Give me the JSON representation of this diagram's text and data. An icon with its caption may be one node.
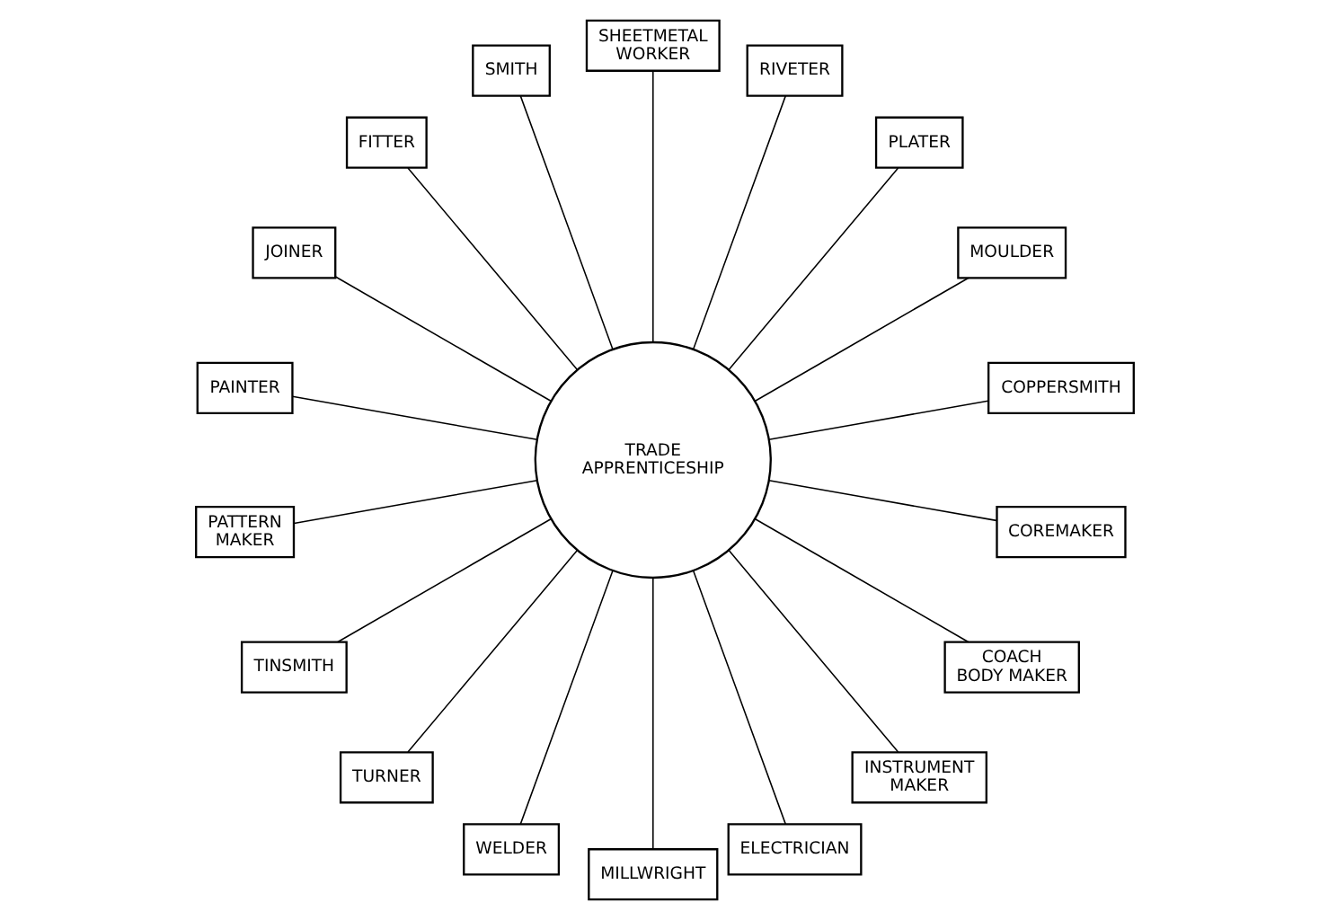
{
  "diagram": {
    "nodes": [
      {
        "text": [
          "TRADE APPRENTICESHIP"
        ]
      },
      {
        "text": [
          "COPPERSMITH"
        ]
      },
      {
        "text": [
          "MOULDER"
        ]
      },
      {
        "text": [
          "PLATER"
        ]
      },
      {
        "text": [
          "RIVETER"
        ]
      },
      {
        "text": [
          "SHEETMETAL WORKER"
        ]
      },
      {
        "text": [
          "SMITH"
        ]
      },
      {
        "text": [
          "FITTER"
        ]
      },
      {
        "text": [
          "JOINER"
        ]
      },
      {
        "text": [
          "PAINTER"
        ]
      },
      {
        "text": [
          "PATTERN MAKER"
        ]
      },
      {
        "text": [
          "TINSMITH"
        ]
      },
      {
        "text": [
          "TURNER"
        ]
      },
      {
        "text": [
          "WELDER"
        ]
      },
      {
        "text": [
          "MILLWRIGHT"
        ]
      },
      {
        "text": [
          "ELECTRICIAN"
        ]
      },
      {
        "text": [
          "INSTRUMENT MAKER"
        ]
      },
      {
        "text": [
          "COACH BODY MAKER"
        ]
      },
      {
        "text": [
          "COREMAKER"
        ]
      }
    ],
    "edges": [
      {
        "from": 0,
        "to": 1,
        "arrow": "none"
      },
      {
        "from": 0,
        "to": 2,
        "arrow": "none"
      },
      {
        "from": 0,
        "to": 3,
        "arrow": "none"
      },
      {
        "from": 0,
        "to": 4,
        "arrow": "none"
      },
      {
        "from": 0,
        "to": 5,
        "arrow": "none"
      },
      {
        "from": 0,
        "to": 6,
        "arrow": "none"
      },
      {
        "from": 0,
        "to": 7,
        "arrow": "none"
      },
      {
        "from": 0,
        "to": 8,
        "arrow": "none"
      },
      {
        "from": 0,
        "to": 9,
        "arrow": "none"
      },
      {
        "from": 0,
        "to": 10,
        "arrow": "none"
      },
      {
        "from": 0,
        "to": 11,
        "arrow": "none"
      },
      {
        "from": 0,
        "to": 12,
        "arrow": "none"
      },
      {
        "from": 0,
        "to": 13,
        "arrow": "none"
      },
      {
        "from": 0,
        "to": 14,
        "arrow": "none"
      },
      {
        "from": 0,
        "to": 15,
        "arrow": "none"
      },
      {
        "from": 0,
        "to": 16,
        "arrow": "none"
      },
      {
        "from": 0,
        "to": 17,
        "arrow": "none"
      },
      {
        "from": 0,
        "to": 18,
        "arrow": "none"
      }
    ]
  }
}
